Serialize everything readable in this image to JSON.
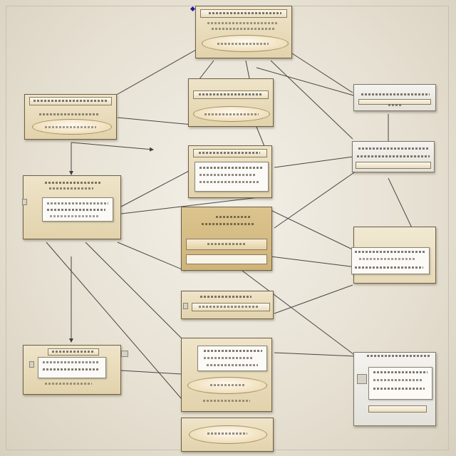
{
  "diagram": {
    "nodes": [
      {
        "id": "top-center"
      },
      {
        "id": "left-upper"
      },
      {
        "id": "center-upper"
      },
      {
        "id": "right-top"
      },
      {
        "id": "right-upper-mid"
      },
      {
        "id": "left-mid"
      },
      {
        "id": "center-mid"
      },
      {
        "id": "center-main"
      },
      {
        "id": "right-mid"
      },
      {
        "id": "center-lower-small"
      },
      {
        "id": "left-lower"
      },
      {
        "id": "center-lower"
      },
      {
        "id": "right-lower"
      },
      {
        "id": "bottom-center"
      }
    ],
    "edge_count": 26
  }
}
